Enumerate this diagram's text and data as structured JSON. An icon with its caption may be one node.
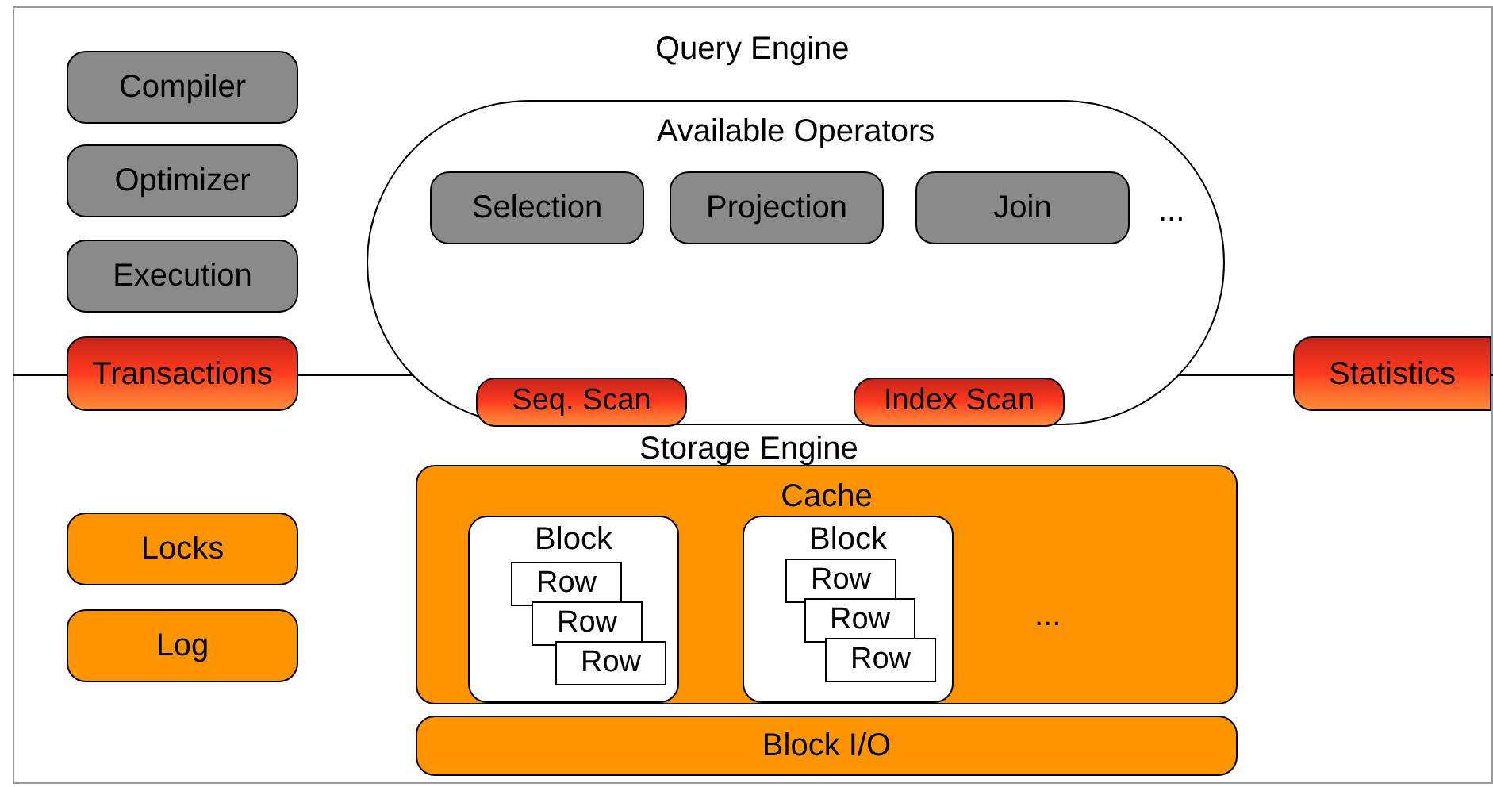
{
  "diagram": {
    "nodes": [
      {
        "text": [
          "Compiler"
        ]
      },
      {
        "text": [
          "Optimizer"
        ]
      },
      {
        "text": [
          "Execution"
        ]
      },
      {
        "text": [
          "Transactions"
        ]
      },
      {
        "text": [
          "Available Operators"
        ]
      },
      {
        "text": [
          "Selection"
        ],
        "in": 4
      },
      {
        "text": [
          "Projection"
        ],
        "in": 4
      },
      {
        "text": [
          "Join"
        ],
        "in": 4
      },
      {
        "text": [
          "Seq. Scan"
        ],
        "in": 4
      },
      {
        "text": [
          "Index Scan"
        ],
        "in": 4
      },
      {
        "text": [
          "Statistics"
        ]
      },
      {
        "text": [
          "Locks"
        ]
      },
      {
        "text": [
          "Log"
        ]
      },
      {
        "text": [
          "Cache"
        ]
      },
      {
        "text": [
          "Block"
        ],
        "in": 13
      },
      {
        "text": [
          "Row"
        ],
        "in": 14
      },
      {
        "text": [
          "Row"
        ],
        "in": 14
      },
      {
        "text": [
          "Row"
        ],
        "in": 14
      },
      {
        "text": [
          "Block"
        ],
        "in": 13
      },
      {
        "text": [
          "Row"
        ],
        "in": 18
      },
      {
        "text": [
          "Row"
        ],
        "in": 18
      },
      {
        "text": [
          "Row"
        ],
        "in": 18
      },
      {
        "text": [
          "Block I/O"
        ]
      }
    ],
    "labels": [
      "Query Engine",
      "...",
      "Storage Engine",
      "..."
    ]
  }
}
